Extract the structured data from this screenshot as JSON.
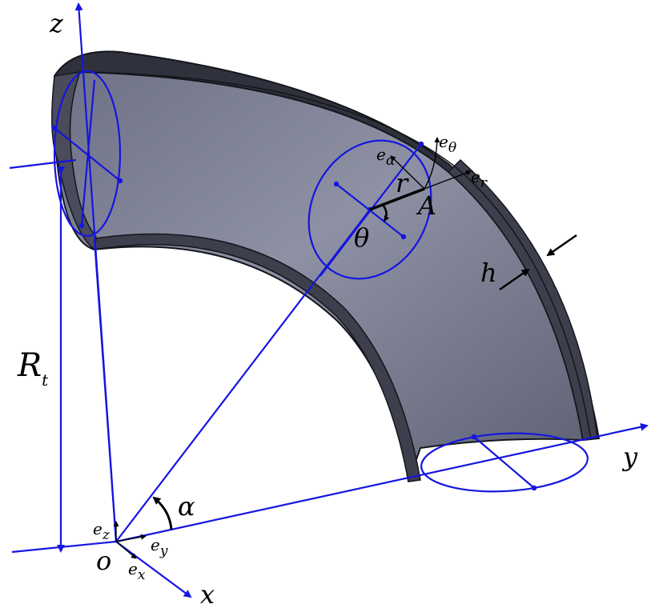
{
  "labels": {
    "z": "z",
    "y": "y",
    "x": "x",
    "o": "o",
    "R": "R",
    "R_sub": "t",
    "h": "h",
    "r": "r",
    "A": "A",
    "theta": "θ",
    "alpha": "α",
    "e": "e",
    "sub_z": "z",
    "sub_y": "y",
    "sub_x": "x",
    "sub_r": "r",
    "sub_theta": "θ",
    "sub_alpha": "α"
  },
  "colors": {
    "axis": "#1515e0",
    "pipe_outer": "#3d3f4c",
    "pipe_inner": "#6b6f82",
    "pipe_edge": "#15161c",
    "label": "#000000"
  }
}
